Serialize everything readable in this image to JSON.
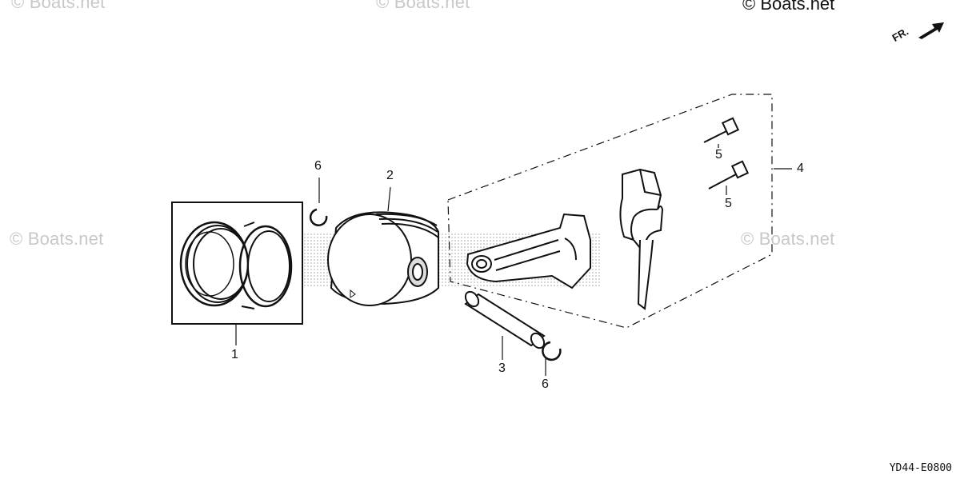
{
  "watermarks": {
    "top_left": "© Boats.net",
    "top_center": "© Boats.net",
    "top_right": "© Boats.net",
    "mid_left": "© Boats.net",
    "mid_right": "© Boats.net"
  },
  "direction_label": "FR.",
  "diagram_code": "YD44-E0800",
  "callouts": {
    "piston_ring_set": "1",
    "piston": "2",
    "piston_pin": "3",
    "connecting_rod_assembly": "4",
    "rod_bolt_upper": "5",
    "rod_bolt_lower": "5",
    "pin_clip_upper": "6",
    "pin_clip_lower": "6"
  }
}
